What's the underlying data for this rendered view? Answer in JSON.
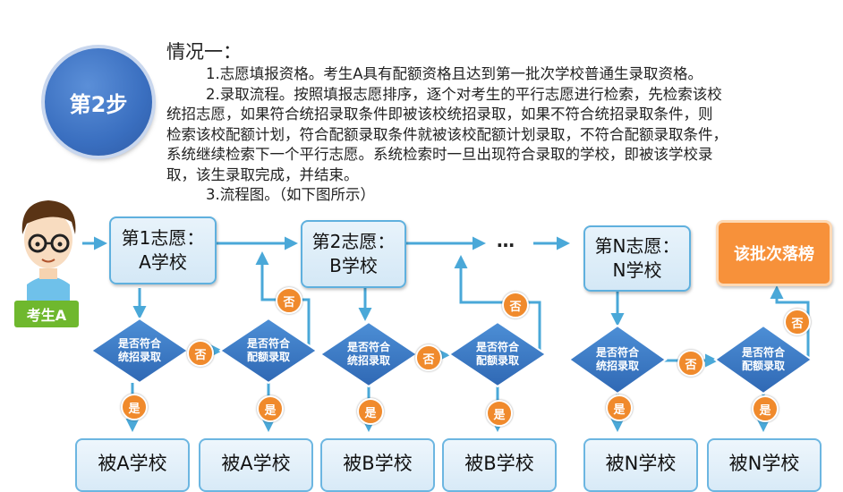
{
  "step_badge": "第2步",
  "intro": {
    "heading": "情况一：",
    "para1": "1.志愿填报资格。考生A具有配额资格且达到第一批次学校普通生录取资格。",
    "para2_line1": "2.录取流程。按照填报志愿排序，逐个对考生的平行志愿进行检索，先检索该校",
    "para2_line2": "统招志愿，如果符合统招录取条件即被该校统招录取，如果不符合统招录取条件，则",
    "para2_line3": "检索该校配额计划，符合配额录取条件就被该校配额计划录取，不符合配额录取条件，",
    "para2_line4": "系统继续检索下一个平行志愿。系统检索时一旦出现符合录取的学校，即被该学校录",
    "para2_line5": "取，该生录取完成，并结束。",
    "para3": "3.流程图。（如下图所示）"
  },
  "student_label": "考生A",
  "choices": [
    {
      "title": "第1志愿：",
      "school": "A学校"
    },
    {
      "title": "第2志愿：",
      "school": "B学校"
    },
    {
      "title": "第N志愿：",
      "school": "N学校"
    }
  ],
  "ellipsis": "…",
  "final_box": "该批次落榜",
  "decisions": {
    "unified_line1": "是否符合",
    "unified_line2": "统招录取",
    "quota_line1": "是否符合",
    "quota_line2": "配额录取"
  },
  "yes": "是",
  "no": "否",
  "results": [
    "被A学校",
    "被A学校",
    "被B学校",
    "被B学校",
    "被N学校",
    "被N学校"
  ],
  "colors": {
    "accent_blue": "#3d84c9",
    "arrow": "#4aa8d8",
    "orange": "#f08a2c",
    "green": "#6fb82e"
  }
}
